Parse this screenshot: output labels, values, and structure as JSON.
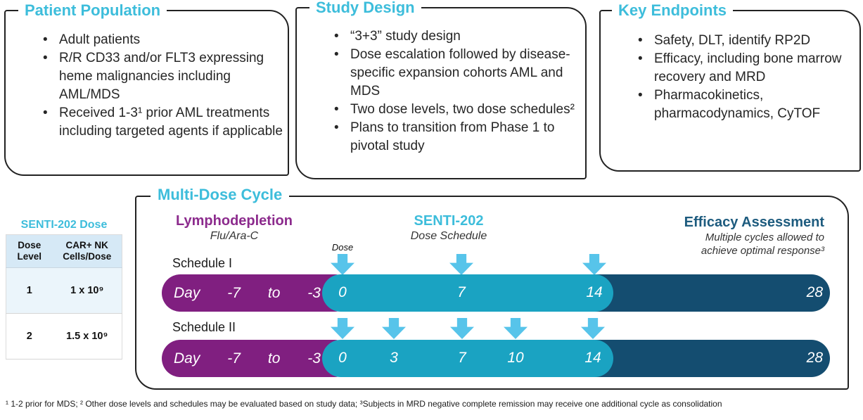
{
  "colors": {
    "accent_cyan": "#3dbddb",
    "purple_bar": "#801f80",
    "purple_text": "#8c2b8d",
    "teal_bar": "#1aa3c2",
    "navy_bar": "#144d70",
    "arrow_blue": "#57c4ea",
    "efficacy_text": "#1d5b7e"
  },
  "boxes": [
    {
      "title": "Patient Population",
      "bullets": [
        "Adult patients",
        "R/R CD33 and/or FLT3 expressing heme malignancies including AML/MDS",
        "Received 1-3¹ prior AML treatments including targeted agents if applicable"
      ]
    },
    {
      "title": "Study Design",
      "bullets": [
        "“3+3” study design",
        "Dose escalation followed by disease-specific expansion cohorts AML and MDS",
        "Two dose levels, two dose schedules²",
        "Plans to transition from Phase 1 to pivotal study"
      ]
    },
    {
      "title": "Key Endpoints",
      "bullets": [
        "Safety, DLT, identify RP2D",
        "Efficacy, including bone marrow recovery and MRD",
        "Pharmacokinetics, pharmacodynamics, CyTOF"
      ]
    }
  ],
  "dose_table": {
    "title": "SENTI-202 Dose",
    "columns": [
      "Dose Level",
      "CAR+ NK Cells/Dose"
    ],
    "rows": [
      {
        "level": "1",
        "cells": "1 x 10⁹"
      },
      {
        "level": "2",
        "cells": "1.5 x 10⁹"
      }
    ]
  },
  "cycle": {
    "title": "Multi-Dose Cycle",
    "lympho": {
      "title": "Lymphodepletion",
      "subtitle": "Flu/Ara-C"
    },
    "senti": {
      "title": "SENTI-202",
      "subtitle": "Dose Schedule"
    },
    "efficacy": {
      "title": "Efficacy Assessment",
      "subtitle_line1": "Multiple cycles allowed to",
      "subtitle_line2": "achieve optimal response³"
    },
    "dose_label": "Dose",
    "schedules": [
      {
        "label": "Schedule I",
        "lympho_text": [
          "Day",
          "-7",
          "to",
          "-3"
        ],
        "dose_days": [
          "0",
          "7",
          "14"
        ],
        "end_day": "28"
      },
      {
        "label": "Schedule II",
        "lympho_text": [
          "Day",
          "-7",
          "to",
          "-3"
        ],
        "dose_days": [
          "0",
          "3",
          "7",
          "10",
          "14"
        ],
        "end_day": "28"
      }
    ]
  },
  "footnote": "¹ 1-2 prior for MDS; ² Other dose levels and schedules may be evaluated based on study data; ³Subjects in MRD negative complete remission may receive one additional cycle as consolidation"
}
